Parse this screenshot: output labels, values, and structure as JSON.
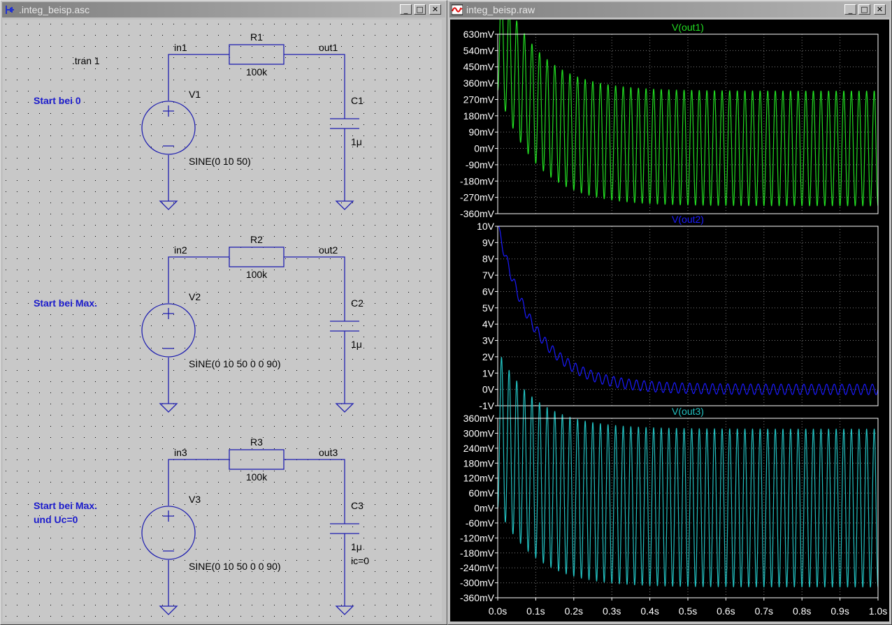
{
  "schematic_window": {
    "title": ".integ_beisp.asc",
    "controls": {
      "minimize": "_",
      "maximize": "□",
      "close": "✕"
    }
  },
  "waveform_window": {
    "title": "integ_beisp.raw",
    "controls": {
      "minimize": "_",
      "maximize": "□",
      "close": "✕"
    }
  },
  "schematic": {
    "directive": ".tran 1",
    "circuits": [
      {
        "comment": [
          "Start bei 0"
        ],
        "in_net": "in1",
        "out_net": "out1",
        "resistor": {
          "ref": "R1",
          "value": "100k"
        },
        "source": {
          "ref": "V1",
          "value": "SINE(0 10 50)"
        },
        "capacitor": {
          "ref": "C1",
          "value": "1μ",
          "extra": ""
        }
      },
      {
        "comment": [
          "Start bei Max."
        ],
        "in_net": "in2",
        "out_net": "out2",
        "resistor": {
          "ref": "R2",
          "value": "100k"
        },
        "source": {
          "ref": "V2",
          "value": "SINE(0 10 50 0 0 90)"
        },
        "capacitor": {
          "ref": "C2",
          "value": "1μ",
          "extra": ""
        }
      },
      {
        "comment": [
          "Start bei Max.",
          "und Uc=0"
        ],
        "in_net": "in3",
        "out_net": "out3",
        "resistor": {
          "ref": "R3",
          "value": "100k"
        },
        "source": {
          "ref": "V3",
          "value": "SINE(0 10 50 0 0 90)"
        },
        "capacitor": {
          "ref": "C3",
          "value": "1μ",
          "extra": "ic=0"
        }
      }
    ],
    "colors": {
      "wire": "#1f1fb0",
      "label": "#000000",
      "comment": "#1a1acc",
      "grid_dot": "#000000"
    }
  },
  "chart_data": [
    {
      "type": "line",
      "title": "V(out1)",
      "color": "#22dd22",
      "x_ticks": [
        "0.0s",
        "0.1s",
        "0.2s",
        "0.3s",
        "0.4s",
        "0.5s",
        "0.6s",
        "0.7s",
        "0.8s",
        "0.9s",
        "1.0s"
      ],
      "y_ticks": [
        "630mV",
        "540mV",
        "450mV",
        "360mV",
        "270mV",
        "180mV",
        "90mV",
        "0mV",
        "-90mV",
        "-180mV",
        "-270mV",
        "-360mV"
      ],
      "ylim": [
        -0.36,
        0.63
      ],
      "xlim": [
        0,
        1
      ],
      "series": [
        {
          "kind": "rc_sine",
          "phase": "sin",
          "amplitude": 0.318,
          "dc_start": 0.32,
          "tau": 0.1,
          "freq": 50
        }
      ]
    },
    {
      "type": "line",
      "title": "V(out2)",
      "color": "#1a1aff",
      "x_ticks": [
        "0.0s",
        "0.1s",
        "0.2s",
        "0.3s",
        "0.4s",
        "0.5s",
        "0.6s",
        "0.7s",
        "0.8s",
        "0.9s",
        "1.0s"
      ],
      "y_ticks": [
        "10V",
        "9V",
        "8V",
        "7V",
        "6V",
        "5V",
        "4V",
        "3V",
        "2V",
        "1V",
        "0V",
        "-1V"
      ],
      "ylim": [
        -1,
        10
      ],
      "xlim": [
        0,
        1
      ],
      "series": [
        {
          "kind": "rc_sine",
          "phase": "cos",
          "amplitude": 0.318,
          "dc_start": 10,
          "tau": 0.1,
          "freq": 50
        }
      ]
    },
    {
      "type": "line",
      "title": "V(out3)",
      "color": "#22c0c0",
      "x_ticks": [
        "0.0s",
        "0.1s",
        "0.2s",
        "0.3s",
        "0.4s",
        "0.5s",
        "0.6s",
        "0.7s",
        "0.8s",
        "0.9s",
        "1.0s"
      ],
      "y_ticks": [
        "360mV",
        "300mV",
        "240mV",
        "180mV",
        "120mV",
        "60mV",
        "0mV",
        "-60mV",
        "-120mV",
        "-180mV",
        "-240mV",
        "-300mV",
        "-360mV"
      ],
      "ylim": [
        -0.36,
        0.36
      ],
      "xlim": [
        0,
        1
      ],
      "series": [
        {
          "kind": "rc_sine",
          "phase": "sin",
          "amplitude": 0.318,
          "dc_start": 0,
          "tau": 0.1,
          "freq": 50
        }
      ]
    }
  ],
  "waveform_colors": {
    "background": "#000000",
    "grid": "#7a7a7a",
    "axis_text": "#ffffff",
    "frame": "#ffffff"
  }
}
